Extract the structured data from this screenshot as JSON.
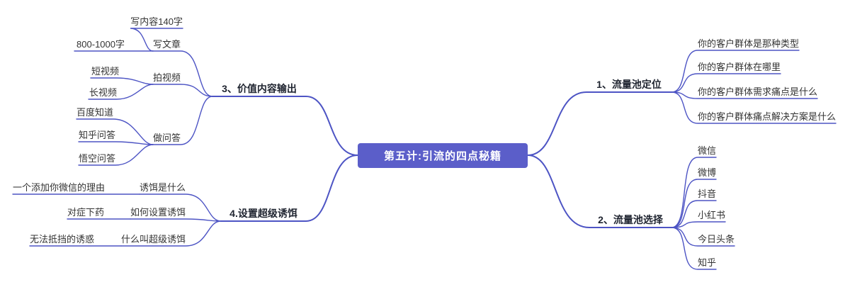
{
  "central": {
    "title": "第五计:引流的四点秘籍"
  },
  "colors": {
    "line": "#4d54c4",
    "central_bg": "#5b5ec9",
    "central_text": "#ffffff",
    "text": "#333333"
  },
  "branches": {
    "b1": {
      "label": "1、流量池定位",
      "children": [
        "你的客户群体是那种类型",
        "你的客户群体在哪里",
        "你的客户群体需求痛点是什么",
        "你的客户群体痛点解决方案是什么"
      ]
    },
    "b2": {
      "label": "2、流量池选择",
      "children": [
        "微信",
        "微博",
        "抖音",
        "小红书",
        "今日头条",
        "知乎"
      ]
    },
    "b3": {
      "label": "3、价值内容输出",
      "children": [
        {
          "label": "写文章",
          "children": [
            "写内容140字",
            "800-1000字"
          ]
        },
        {
          "label": "拍视频",
          "children": [
            "短视频",
            "长视频"
          ]
        },
        {
          "label": "做问答",
          "children": [
            "百度知道",
            "知乎问答",
            "悟空问答"
          ]
        }
      ]
    },
    "b4": {
      "label": "4.设置超级诱饵",
      "children": [
        {
          "label": "诱饵是什么",
          "children": [
            "一个添加你微信的理由"
          ]
        },
        {
          "label": "如何设置诱饵",
          "children": [
            "对症下药"
          ]
        },
        {
          "label": "什么叫超级诱饵",
          "children": [
            "无法抵挡的诱惑"
          ]
        }
      ]
    }
  }
}
